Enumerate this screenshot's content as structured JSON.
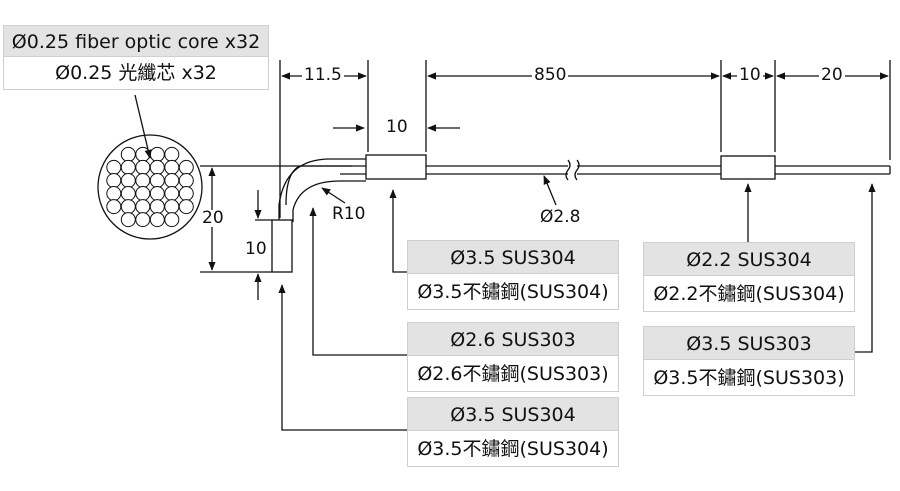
{
  "fiber_label": {
    "en": "Ø0.25 fiber optic core x32",
    "zh": "Ø0.25 光纖芯 x32"
  },
  "dimensions": {
    "len_11_5": "11.5",
    "len_850": "850",
    "len_10_top": "10",
    "len_20_top": "20",
    "sleeve_10": "10",
    "radius": "R10",
    "tube_dia": "Ø2.8",
    "height_20": "20",
    "height_10": "10"
  },
  "callouts": {
    "sleeve_left": {
      "en": "Ø3.5 SUS304",
      "zh": "Ø3.5不鏽鋼(SUS304)"
    },
    "bend": {
      "en": "Ø2.6 SUS303",
      "zh": "Ø2.6不鏽鋼(SUS303)"
    },
    "tip": {
      "en": "Ø3.5 SUS304",
      "zh": "Ø3.5不鏽鋼(SUS304)"
    },
    "sleeve_right": {
      "en": "Ø2.2 SUS304",
      "zh": "Ø2.2不鏽鋼(SUS304)"
    },
    "end": {
      "en": "Ø3.5 SUS303",
      "zh": "Ø3.5不鏽鋼(SUS303)"
    }
  }
}
